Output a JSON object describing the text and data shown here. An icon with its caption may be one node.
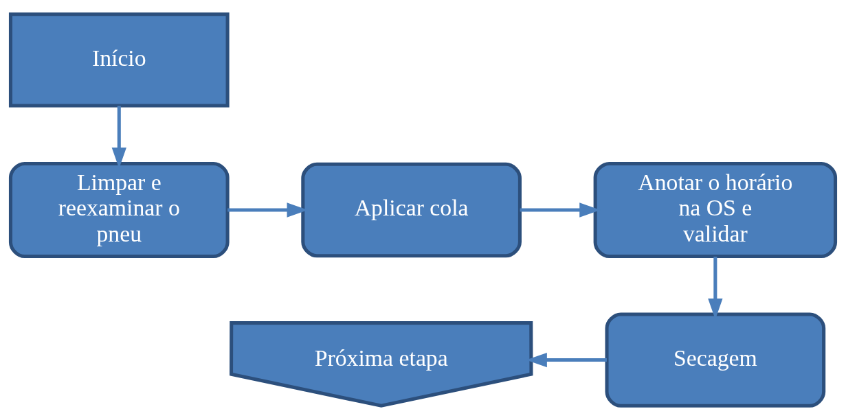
{
  "diagram": {
    "nodes": [
      {
        "text": [
          "Início"
        ]
      },
      {
        "text": [
          "Limpar e reexaminar o pneu"
        ]
      },
      {
        "text": [
          "Aplicar cola"
        ]
      },
      {
        "text": [
          "Anotar o horário na OS e validar"
        ]
      },
      {
        "text": [
          "Secagem"
        ]
      },
      {
        "text": [
          "Próxima etapa"
        ]
      }
    ],
    "edges": [
      {
        "from": 0,
        "to": 1,
        "arrow": "to"
      },
      {
        "from": 1,
        "to": 2,
        "arrow": "to"
      },
      {
        "from": 2,
        "to": 3,
        "arrow": "to"
      },
      {
        "from": 3,
        "to": 4,
        "arrow": "to"
      },
      {
        "from": 4,
        "to": 5,
        "arrow": "to"
      }
    ]
  }
}
